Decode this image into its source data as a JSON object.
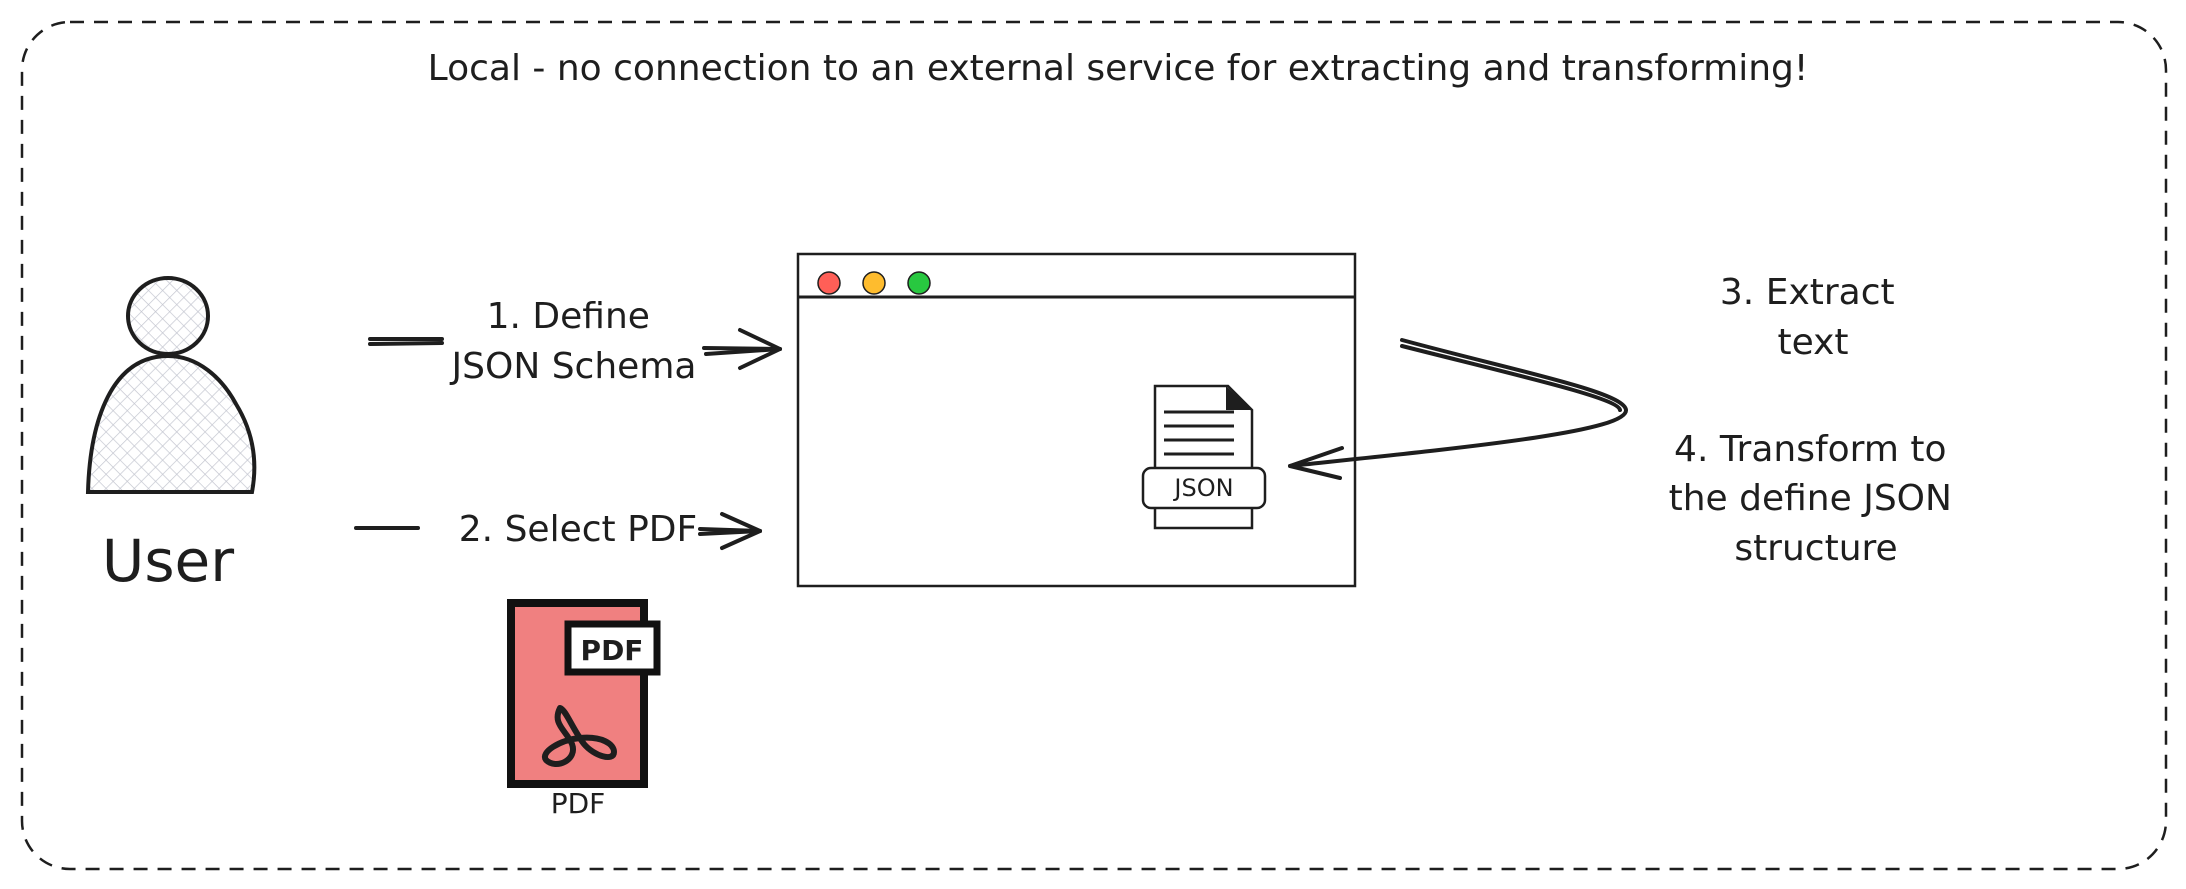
{
  "title": "Local - no connection to an external service for extracting and transforming!",
  "actor": {
    "label": "User"
  },
  "steps": {
    "define_line1": "1. Define",
    "define_line2": "JSON Schema",
    "select": "2. Select PDF",
    "extract_line1": "3. Extract",
    "extract_line2": "text",
    "transform_line1": "4. Transform to",
    "transform_line2": "the define JSON",
    "transform_line3": "structure"
  },
  "app_window": {
    "json_label": "JSON"
  },
  "pdf_file": {
    "badge": "PDF",
    "caption": "PDF"
  },
  "colors": {
    "ink": "#1e1e1e",
    "pdf_fill": "#f08080",
    "traffic_red": "#ff5f57",
    "traffic_yellow": "#febc2e",
    "traffic_green": "#28c840",
    "user_fill": "#dcdde3"
  }
}
